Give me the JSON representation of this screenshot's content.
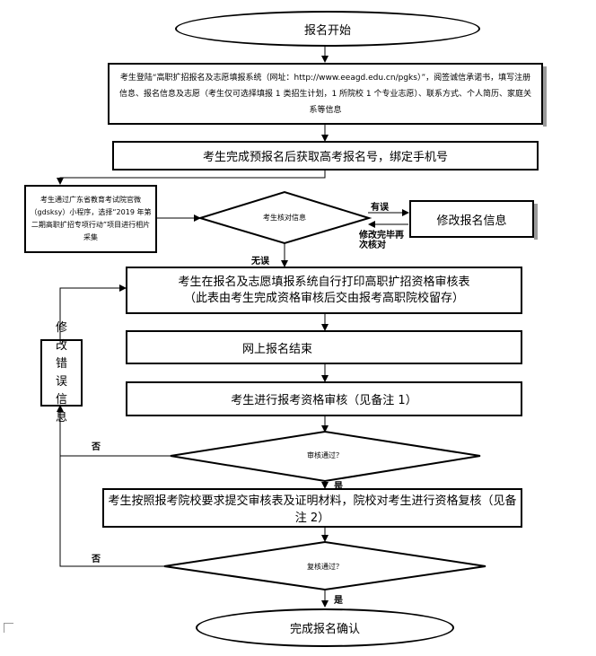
{
  "flowchart": {
    "start": "报名开始",
    "step_register": "考生登陆“高职扩招报名及志愿填报系统（网址：http://www.eeagd.edu.cn/pgks）”，阅签诚信承诺书，填写注册信息、报名信息及志愿（考生仅可选择填报 1 类招生计划，1 所院校 1 个专业志愿）、联系方式、个人简历、家庭关系等信息",
    "step_get_number": "考生完成预报名后获取高考报名号，绑定手机号",
    "step_photo": "考生通过广东省教育考试院官微（gdsksy）小程序，选择“2019 年第二期高职扩招专项行动”项目进行相片采集",
    "decision_check": "考生核对信息",
    "step_modify_info": "修改报名信息",
    "label_error": "有误",
    "label_redo": "修改完毕再次核对",
    "label_ok": "无误",
    "step_print_line1": "考生在报名及志愿填报系统自行打印高职扩招资格审核表",
    "step_print_line2": "（此表由考生完成资格审核后交由报考高职院校留存）",
    "step_end_online": "网上报名结束",
    "step_review": "考生进行报考资格审核（见备注 1）",
    "side_fix_error": "修改错误信息",
    "decision_review": "审核通过？",
    "label_no_1": "否",
    "label_yes_1": "是",
    "step_submit": "考生按照报考院校要求提交审核表及证明材料，院校对考生进行资格复核（见备注 2）",
    "decision_recheck": "复核通过？",
    "label_no_2": "否",
    "label_yes_2": "是",
    "end": "完成报名确认"
  }
}
